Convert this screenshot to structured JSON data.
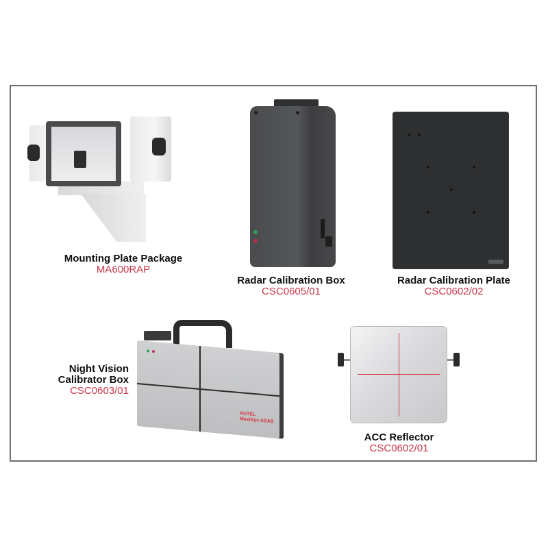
{
  "colors": {
    "name_text": "#111111",
    "code_text": "#c8374a",
    "frame_border": "#6e6e6e",
    "background": "#ffffff",
    "crosshair_red": "#d8343c"
  },
  "products": [
    {
      "name": "Mounting Plate Package",
      "code": "MA600RAP",
      "icon": "mounting-plate-image"
    },
    {
      "name": "Radar Calibration Box",
      "code": "CSC0605/01",
      "icon": "radar-box-image"
    },
    {
      "name": "Radar Calibration Plate",
      "code": "CSC0602/02",
      "icon": "radar-plate-image"
    },
    {
      "name_line1": "Night Vision",
      "name_line2": "Calibrator Box",
      "code": "CSC0603/01",
      "icon": "night-vision-box-image",
      "logo_brand": "AUTEL",
      "logo_text": "MaxiSys ADAS"
    },
    {
      "name": "ACC Reflector",
      "code": "CSC0602/01",
      "icon": "acc-reflector-image"
    }
  ]
}
